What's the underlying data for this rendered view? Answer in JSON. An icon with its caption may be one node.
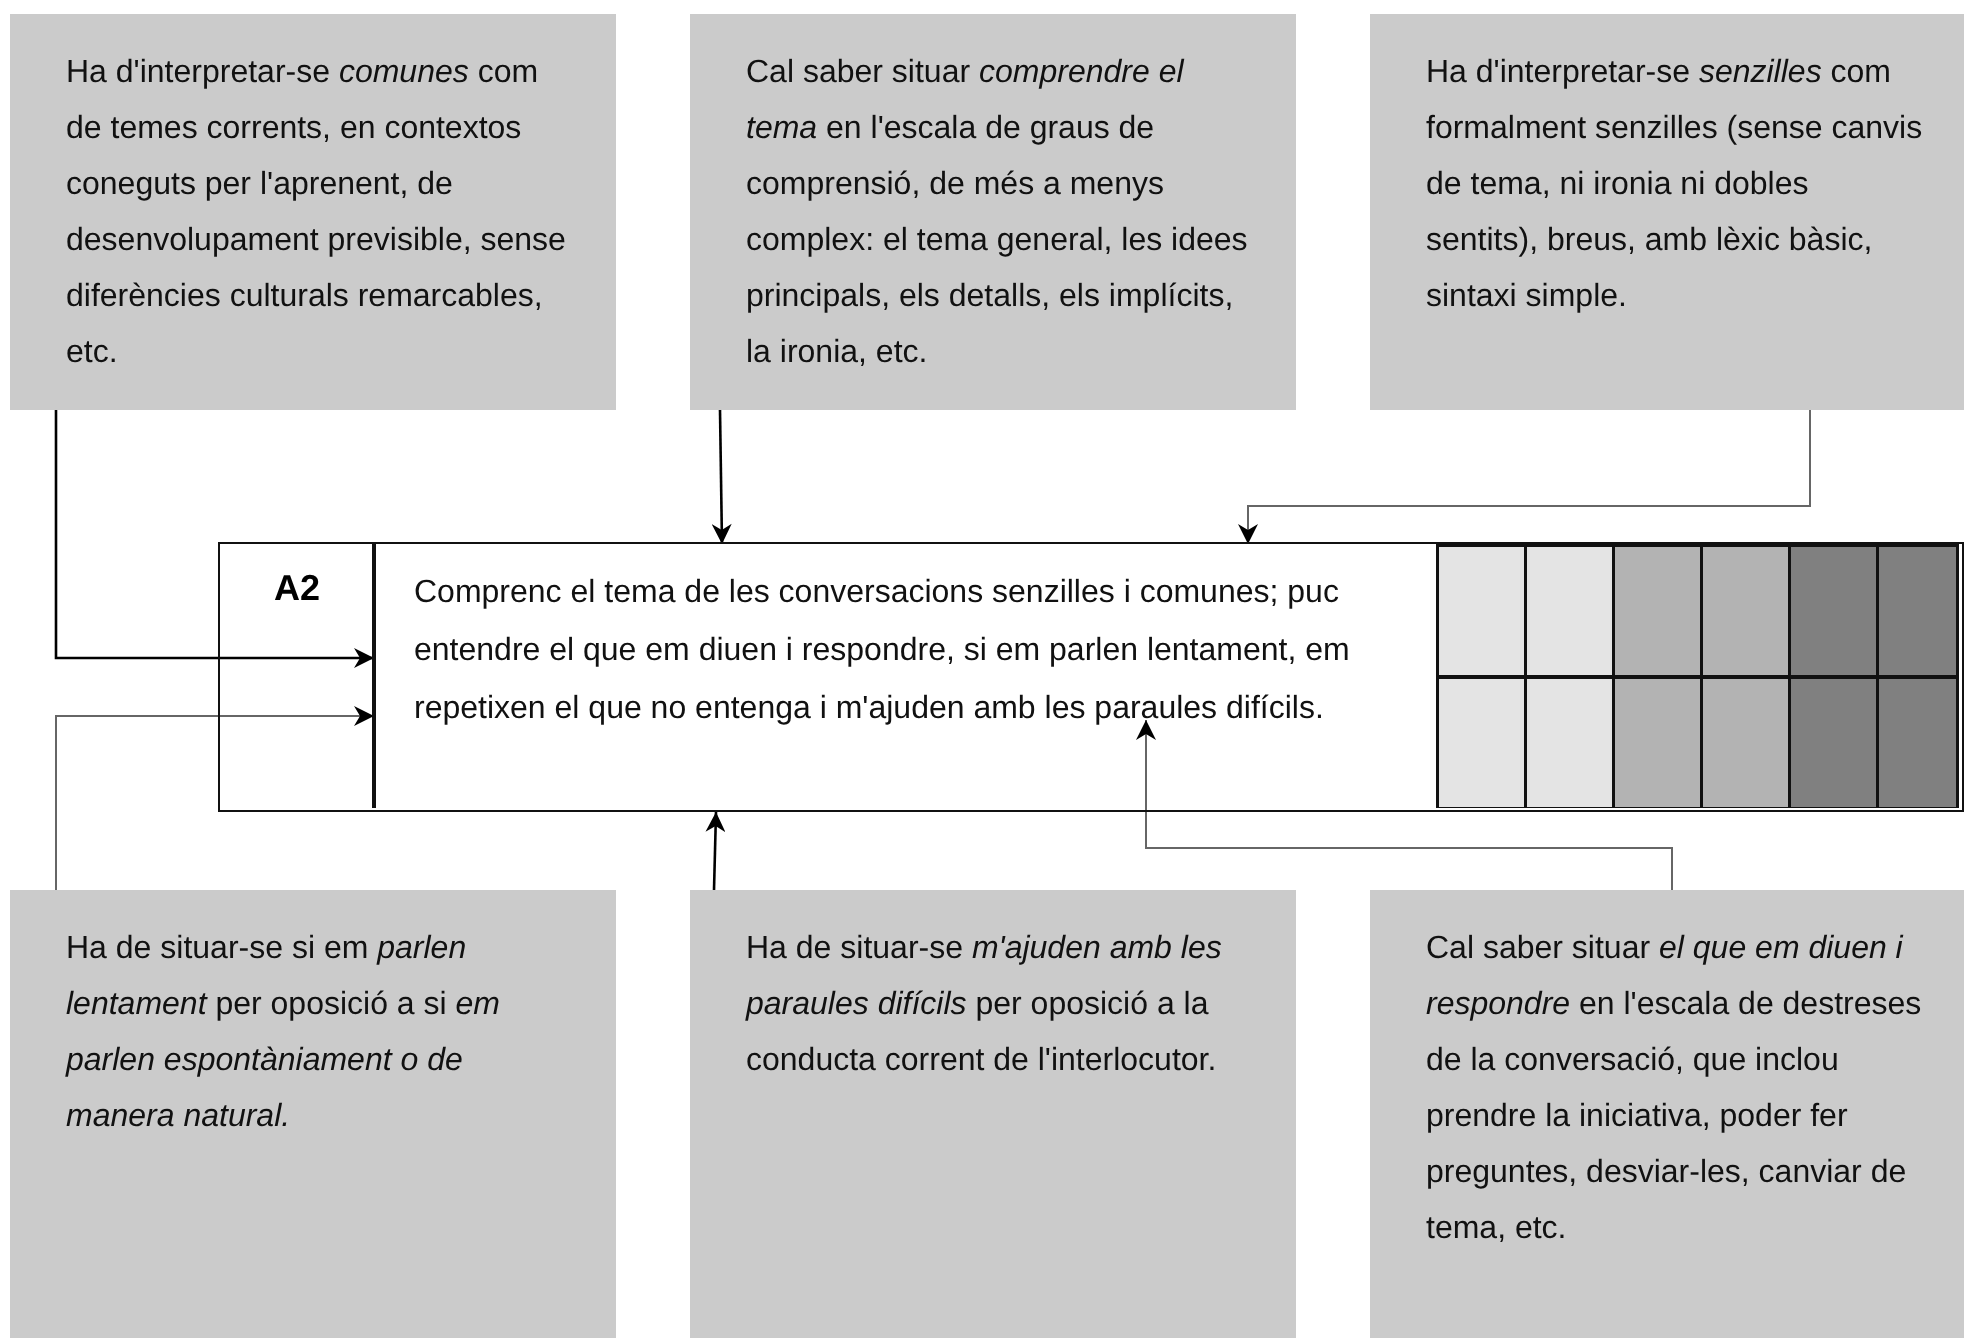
{
  "diagram": {
    "nodes": [
      {
        "text": [
          "Ha d'interpretar-se *comunes* com de temes corrents, en contextos coneguts per l'aprenent, de desenvolupament previsible, sense diferències culturals remarcables, etc."
        ]
      },
      {
        "text": [
          "Cal saber situar *comprendre el tema* en l'escala de graus de comprensió, de més a menys complex: el tema general, les idees principals, els detalls, els implícits, la ironia, etc."
        ]
      },
      {
        "text": [
          "Ha d'interpretar-se *senzilles* com formalment senzilles (sense canvis de tema, ni ironia ni dobles sentits), breus, amb lèxic bàsic, sintaxi simple."
        ]
      },
      {
        "text": [],
        "shape": "box"
      },
      {
        "text": [
          "A2"
        ],
        "in": 3
      },
      {
        "text": [
          "Comprenc el tema de les conversacions senzilles i comunes; puc entendre el que em diuen i respondre, si em parlen lentament, em repetixen el que no entenga i m'ajuden amb les paraules difícils."
        ],
        "in": 3
      },
      {
        "text": [
          "Ha de situar-se si em *parlen lentament* per oposició a si *em parlen espontàniament o de manera natural.*"
        ]
      },
      {
        "text": [
          "Ha de situar-se *m'ajuden amb les paraules difícils* per oposició a la conducta corrent de l'interlocutor."
        ]
      },
      {
        "text": [
          "Cal saber situar *el que em diuen i respondre* en l'escala de destreses de la conversació, que inclou prendre la iniciativa, poder fer preguntes, desviar-les, canviar de tema, etc."
        ]
      }
    ],
    "edges": [
      {
        "from": 0,
        "to": 5,
        "arrow": "to"
      },
      {
        "from": 1,
        "to": 5,
        "arrow": "to"
      },
      {
        "from": 2,
        "to": 5,
        "arrow": "to",
        "color": "#666666"
      },
      {
        "from": 6,
        "to": 5,
        "arrow": "to",
        "color": "#666666"
      },
      {
        "from": 7,
        "to": 5,
        "arrow": "to"
      },
      {
        "from": 8,
        "to": 5,
        "arrow": "to",
        "color": "#666666"
      }
    ]
  }
}
